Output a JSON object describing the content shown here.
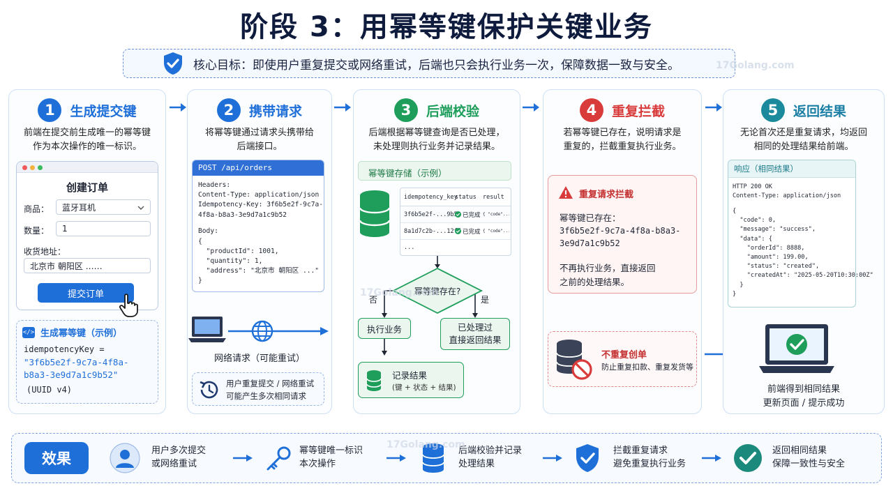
{
  "title": "阶段 3：用幂等键保护关键业务",
  "goal": "核心目标：即使用户重复提交或网络重试，后端也只会执行业务一次，保障数据一致与安全。",
  "watermark": "17Golang.com",
  "colors": {
    "blue": "#1f6fd9",
    "green": "#1e9e5a",
    "red": "#d93a3a",
    "teal": "#1b8a9c"
  },
  "steps": [
    {
      "num": "1",
      "title": "生成提交键",
      "desc": "前端在提交前生成唯一的幂等键\n作为本次操作的唯一标识。"
    },
    {
      "num": "2",
      "title": "携带请求",
      "desc": "将幂等键通过请求头携带给\n后端接口。"
    },
    {
      "num": "3",
      "title": "后端校验",
      "desc": "后端根据幂等键查询是否已处理，\n未处理则执行业务并记录结果。"
    },
    {
      "num": "4",
      "title": "重复拦截",
      "desc": "若幂等键已存在，说明请求是\n重复的，拦截重复执行业务。"
    },
    {
      "num": "5",
      "title": "返回结果",
      "desc": "无论首次还是重复请求，均返回\n相同的处理结果给前端。"
    }
  ],
  "form": {
    "title": "创建订单",
    "product_label": "商品：",
    "product_value": "蓝牙耳机",
    "qty_label": "数量：",
    "qty_value": "1",
    "addr_label": "收货地址：",
    "addr_value": "北京市 朝阳区 ……",
    "submit": "提交订单"
  },
  "keygen": {
    "title": "生成幂等键（示例）",
    "line1": "idempotencyKey =",
    "line2": "\"3f6b5e2f-9c7a-4f8a-",
    "line3": "b8a3-3e9d7a1c9b52\"",
    "line4": "(UUID v4)"
  },
  "request": {
    "head": "POST /api/orders",
    "lines": [
      "Headers:",
      "Content-Type: application/json",
      "Idempotency-Key: 3f6b5e2f-9c7a-",
      "4f8a-b8a3-3e9d7a1c9b52",
      "",
      "Body:",
      "{",
      "  \"productId\": 1001,",
      "  \"quantity\": 1,",
      "  \"address\": \"北京市 朝阳区 ...\"",
      "}"
    ],
    "network": "网络请求（可能重试）",
    "retry_line1": "用户重复提交 / 网络重试",
    "retry_line2": "可能产生多次相同请求"
  },
  "store": {
    "title": "幂等键存储（示例）",
    "headers": [
      "idempotency_key",
      "status",
      "result"
    ],
    "rows": [
      {
        "key": "3f6b5e2f-...9b52",
        "status": "已完成",
        "result": "{ \"code\"..."
      },
      {
        "key": "8a1d7c2b-...12ff",
        "status": "已完成",
        "result": "{ \"code\"..."
      },
      {
        "key": "...",
        "status": "",
        "result": ""
      }
    ],
    "decision": "幂等键存在?",
    "no": "否",
    "yes": "是",
    "execute": "执行业务",
    "processed_line1": "已处理过",
    "processed_line2": "直接返回结果",
    "record_title": "记录结果",
    "record_sub": "(键 + 状态 + 结果)"
  },
  "intercept": {
    "title": "重复请求拦截",
    "line1": "幂等键已存在：",
    "line2": "3f6b5e2f-9c7a-4f8a-b8a3-",
    "line3": "3e9d7a1c9b52",
    "line4": "不再执行业务，直接返回",
    "line5": "之前的处理结果。",
    "nodup_title": "不重复创单",
    "nodup_desc": "防止重复扣款、重复发货等"
  },
  "response": {
    "title": "响应（相同结果）",
    "lines": [
      "HTTP 200 OK",
      "Content-Type: application/json",
      "",
      "{",
      "  \"code\": 0,",
      "  \"message\": \"success\",",
      "  \"data\": {",
      "    \"orderId\": 8888,",
      "    \"amount\": 199.00,",
      "    \"status\": \"created\",",
      "    \"createdAt\": \"2025-05-20T10:30:00Z\"",
      "  }",
      "}"
    ],
    "caption1": "前端得到相同结果",
    "caption2": "更新页面 / 提示成功"
  },
  "effect": {
    "label": "效果",
    "items": [
      {
        "l1": "用户多次提交",
        "l2": "或网络重试"
      },
      {
        "l1": "幂等键唯一标识",
        "l2": "本次操作"
      },
      {
        "l1": "后端校验并记录",
        "l2": "处理结果"
      },
      {
        "l1": "拦截重复请求",
        "l2": "避免重复执行业务"
      },
      {
        "l1": "返回相同结果",
        "l2": "保障一致性与安全"
      }
    ]
  }
}
